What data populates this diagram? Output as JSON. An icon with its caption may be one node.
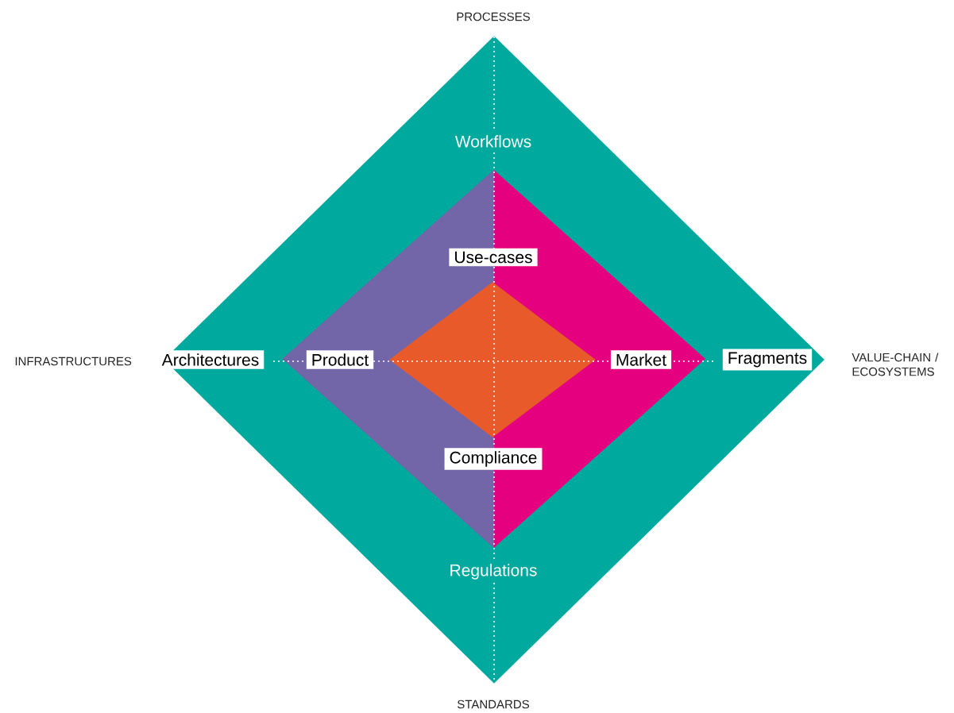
{
  "diagram": {
    "nodes": [
      {
        "text": [
          "Workflows",
          "Regulations"
        ]
      },
      {
        "text": [
          "Architectures"
        ],
        "in": 0
      },
      {
        "text": [],
        "shape": "diamond",
        "in": 0
      },
      {
        "text": [
          "Use-cases"
        ],
        "in": 2
      },
      {
        "text": [
          "Product"
        ],
        "in": 2
      },
      {
        "text": [],
        "shape": "diamond",
        "in": 2
      },
      {
        "text": [
          "Market"
        ],
        "in": 2
      },
      {
        "text": [
          "Compliance"
        ],
        "in": 2
      },
      {
        "text": [
          "Fragments"
        ],
        "in": 0
      }
    ],
    "labels": [
      "PROCESSES",
      "INFRASTRUCTURES",
      "VALUE-CHAIN / ECOSYSTEMS",
      "STANDARDS"
    ]
  }
}
